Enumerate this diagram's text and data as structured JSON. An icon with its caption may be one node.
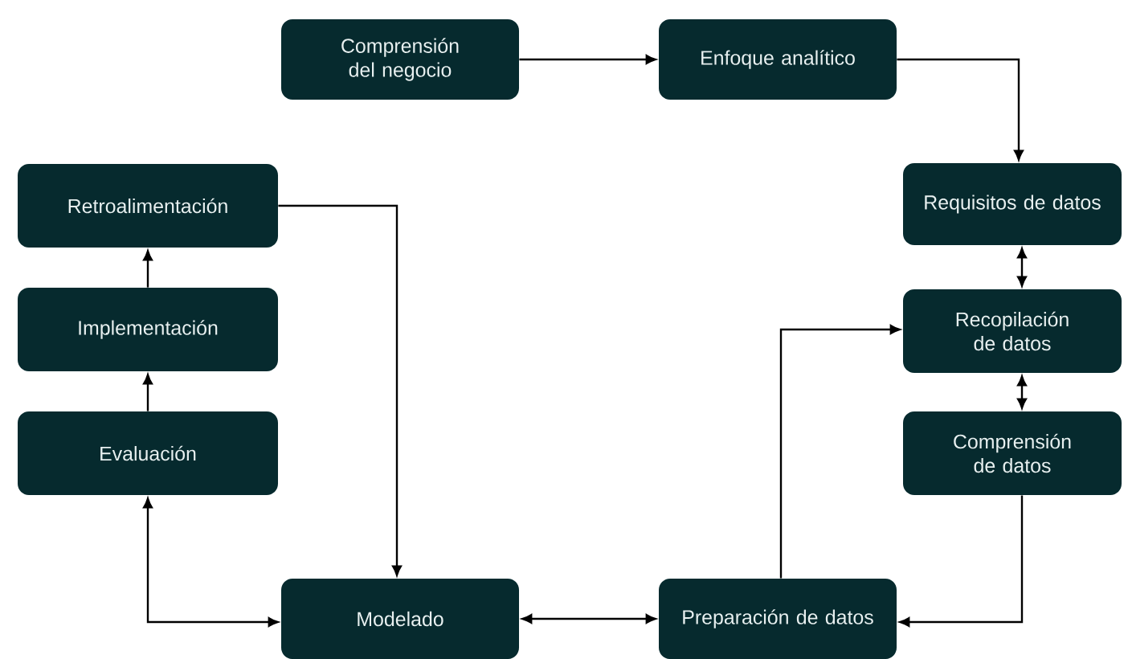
{
  "diagram": {
    "nodes": [
      {
        "text": [
          "Comprensión del negocio"
        ]
      },
      {
        "text": [
          "Enfoque analítico"
        ]
      },
      {
        "text": [
          "Requisitos de datos"
        ]
      },
      {
        "text": [
          "Recopilación de datos"
        ]
      },
      {
        "text": [
          "Comprensión de datos"
        ]
      },
      {
        "text": [
          "Preparación de datos"
        ]
      },
      {
        "text": [
          "Modelado"
        ]
      },
      {
        "text": [
          "Evaluación"
        ]
      },
      {
        "text": [
          "Implementación"
        ]
      },
      {
        "text": [
          "Retroalimentación"
        ]
      }
    ],
    "edges": [
      {
        "from": 0,
        "to": 1,
        "arrow": "to"
      },
      {
        "from": 1,
        "to": 2,
        "arrow": "to"
      },
      {
        "from": 2,
        "to": 3,
        "arrow": "both"
      },
      {
        "from": 3,
        "to": 4,
        "arrow": "both"
      },
      {
        "from": 4,
        "to": 5,
        "arrow": "to"
      },
      {
        "from": 5,
        "to": 3,
        "arrow": "to"
      },
      {
        "from": 5,
        "to": 6,
        "arrow": "both"
      },
      {
        "from": 6,
        "to": 7,
        "arrow": "both"
      },
      {
        "from": 7,
        "to": 8,
        "arrow": "to"
      },
      {
        "from": 8,
        "to": 9,
        "arrow": "to"
      },
      {
        "from": 9,
        "to": 6,
        "arrow": "to"
      }
    ]
  }
}
